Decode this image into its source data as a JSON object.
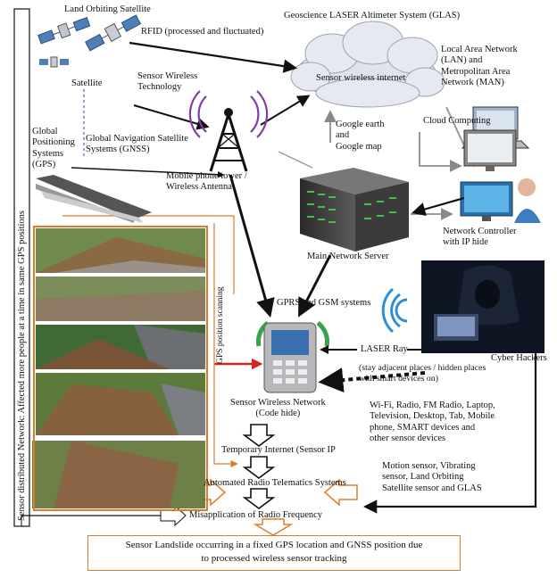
{
  "labels": {
    "land_orbiting_satellite": "Land Orbiting Satellite",
    "glas": "Geoscience LASER Altimeter System (GLAS)",
    "rfid": "RFID (processed and fluctuated)",
    "satellite": "Satellite",
    "sensor_wireless_technology": "Sensor Wireless\nTechnology",
    "sensor_wireless_internet": "Sensor wireless internet",
    "lan_man": "Local Area Network\n(LAN) and\nMetropolitan Area\nNetwork (MAN)",
    "gps": "Global\nPositioning\nSystems\n(GPS)",
    "gnss": "Global Navigation Satellite\nSystems (GNSS)",
    "google": "Google earth\nand\nGoogle map",
    "cloud_computing": "Cloud Computing",
    "mobile_tower": "Mobile phone tower /\nWireless Antenna",
    "network_controller": "Network Controller\nwith IP hide",
    "main_server": "Main Network Server",
    "gprs_gsm": "GPRS and GSM systems",
    "gps_scanning": "GPS position scanning",
    "laser_ray": "LASER Ray",
    "cyber_hackers": "Cyber Hackers",
    "stay_adjacent": "(stay adjacent places / hidden places\nwith smart devices on)",
    "devices": "Wi-Fi, Radio, FM Radio, Laptop,\nTelevision, Desktop, Tab, Mobile\nphone, SMART devices and\nother sensor devices",
    "sensor_wireless_network": "Sensor Wireless Network\n(Code hide)",
    "temp_internet": "Temporary Internet (Sensor IP",
    "automated_radio": "Automated Radio Telematics Systems",
    "motion_sensor": "Motion sensor, Vibrating\nsensor, Land Orbiting\nSatellite sensor and GLAS",
    "misapplication": "Misapplication of Radio Frequency",
    "left_vertical": "Sensor distributed Network: Affected more people at a time in same GPS positions",
    "bottom_box": "Sensor Landslide occurring in a fixed GPS location and GNSS position due\nto processed wireless sensor tracking"
  },
  "colors": {
    "arrow": "#111111",
    "accent_orange": "#e07b2a",
    "red_arrow": "#d4251f",
    "antenna_purple": "#7a3fa0",
    "wifi_blue": "#2f8fd6",
    "green": "#3aa24a"
  }
}
